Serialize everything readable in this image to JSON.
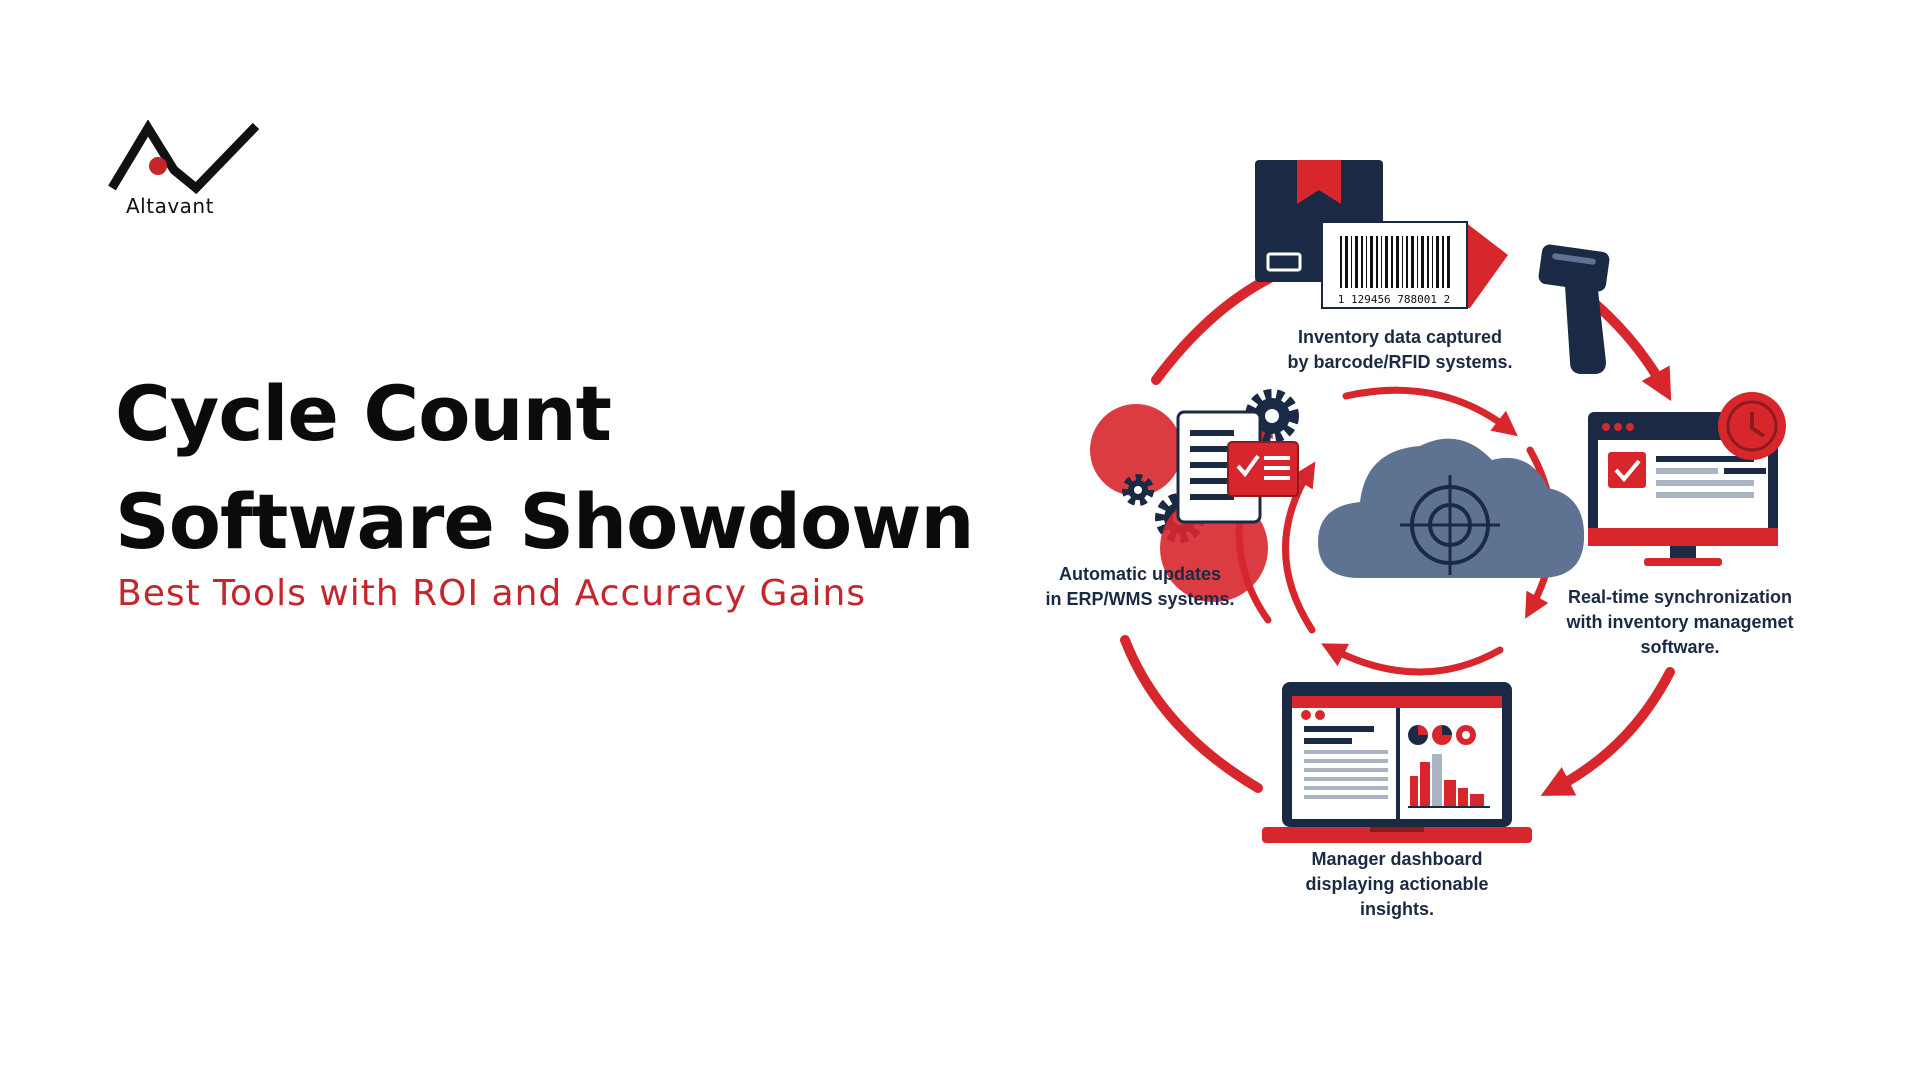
{
  "brand": {
    "name": "Altavant",
    "colors": {
      "red": "#c5262b",
      "navy": "#1b2a44",
      "slate": "#5d7391",
      "gray": "#a9b3c1"
    }
  },
  "header": {
    "title_line1": "Cycle Count",
    "title_line2": "Software Showdown",
    "subtitle": "Best Tools with ROI and Accuracy Gains"
  },
  "diagram": {
    "barcode_number": "1 129456   788001 2",
    "steps": [
      {
        "icon": "barcode-box-icon",
        "line1": "Inventory data captured",
        "line2": "by barcode/RFID systems."
      },
      {
        "icon": "monitor-clock-icon",
        "line1": "Real-time synchronization",
        "line2": "with inventory managemet",
        "line3": "software."
      },
      {
        "icon": "laptop-dashboard-icon",
        "line1": "Manager dashboard",
        "line2": "displaying actionable",
        "line3": "insights."
      },
      {
        "icon": "document-gears-icon",
        "line1": "Automatic updates",
        "line2": "in ERP/WMS systems."
      }
    ],
    "center_icon": "cloud-target-icon"
  }
}
